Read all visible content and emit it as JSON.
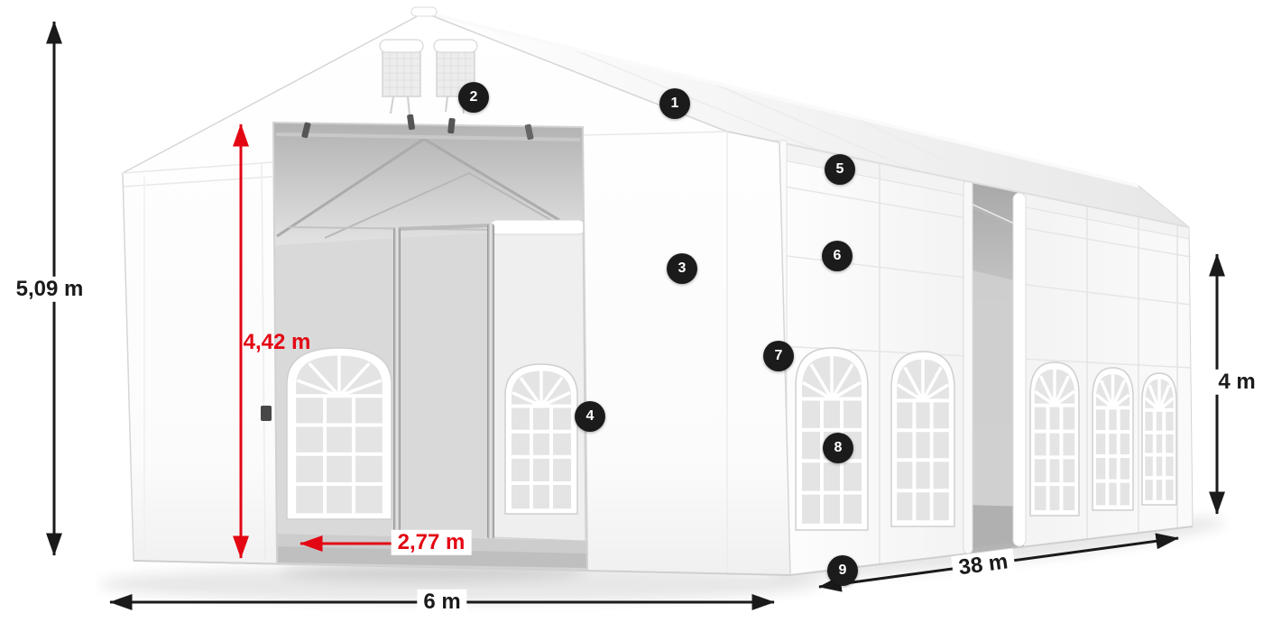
{
  "diagram": {
    "name": "Tent dimensions diagram",
    "dimensions": {
      "total_height": "5,09 m",
      "door_height": "4,42 m",
      "door_width": "2,77 m",
      "width": "6 m",
      "length": "38 m",
      "wall_height": "4 m"
    },
    "markers": [
      {
        "label": "1"
      },
      {
        "label": "2"
      },
      {
        "label": "3"
      },
      {
        "label": "4"
      },
      {
        "label": "5"
      },
      {
        "label": "6"
      },
      {
        "label": "7"
      },
      {
        "label": "8"
      },
      {
        "label": "9"
      }
    ],
    "colors": {
      "accent_red": "#e30613",
      "dimension_black": "#1a1a1a",
      "marker_background": "#1b1b1b",
      "marker_text": "#ffffff",
      "tent_white": "#ffffff",
      "interior_gray": "#d9d9d9"
    }
  }
}
